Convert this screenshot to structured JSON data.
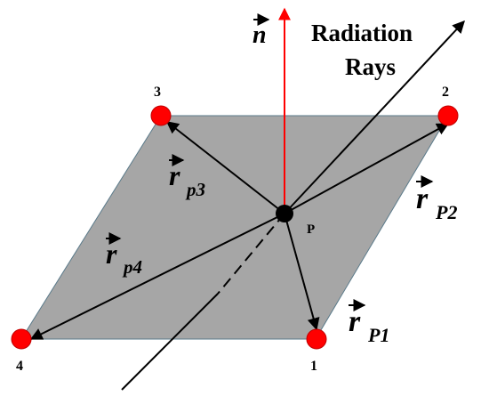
{
  "diagram": {
    "title_line1": "Radiation",
    "title_line2": "Rays",
    "normal_label": "n",
    "point_label": "P",
    "vertex_labels": {
      "v1": "1",
      "v2": "2",
      "v3": "3",
      "v4": "4"
    },
    "vectors": {
      "p1": {
        "main": "r",
        "sub": "P1"
      },
      "p2": {
        "main": "r",
        "sub": "P2"
      },
      "p3": {
        "main": "r",
        "sub": "p3"
      },
      "p4": {
        "main": "r",
        "sub": "p4"
      }
    },
    "colors": {
      "surface": "#a6a6a6",
      "vertex": "#ff0000",
      "normal": "#ff0000",
      "center": "#000000"
    }
  }
}
